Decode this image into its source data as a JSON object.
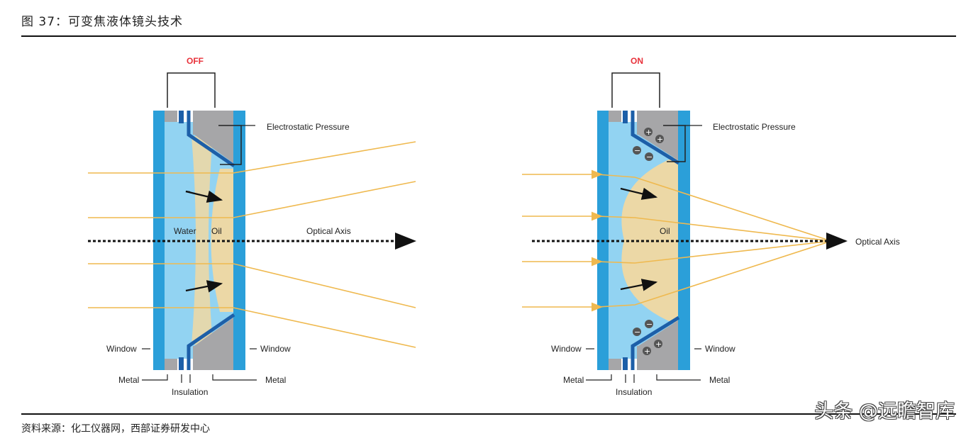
{
  "figure": {
    "title": "图 37：可变焦液体镜头技术",
    "source": "资料来源：化工仪器网，西部证券研发中心",
    "watermark": "头条 @远瞻智库"
  },
  "left_panel": {
    "state": "OFF",
    "labels": {
      "electrostatic": "Electrostatic Pressure",
      "water": "Water",
      "oil": "Oil",
      "axis": "Optical Axis",
      "window_left": "Window",
      "window_right": "Window",
      "metal_left": "Metal",
      "metal_right": "Metal",
      "insulation": "Insulation"
    }
  },
  "right_panel": {
    "state": "ON",
    "labels": {
      "electrostatic": "Electrostatic Pressure",
      "oil": "Oil",
      "axis": "Optical Axis",
      "window_left": "Window",
      "window_right": "Window",
      "metal_left": "Metal",
      "metal_right": "Metal",
      "insulation": "Insulation"
    }
  },
  "colors": {
    "window": "#2b9fd9",
    "water": "#92d3f2",
    "oil": "#ecd8a6",
    "metal": "#a6a6a8",
    "electrode": "#1d5fa8",
    "ray": "#efb94f",
    "state": "#e8313a"
  }
}
